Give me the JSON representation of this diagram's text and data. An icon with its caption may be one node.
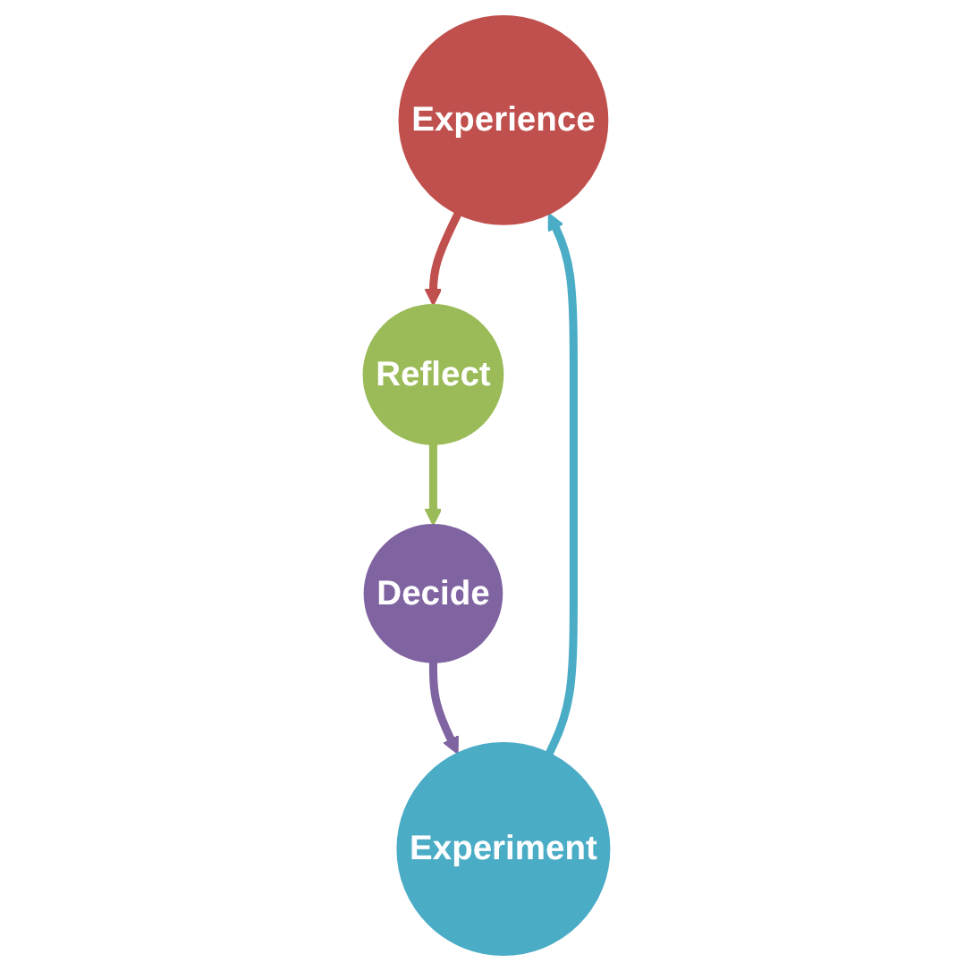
{
  "diagram": {
    "nodes": [
      {
        "text": [
          "Experience"
        ]
      },
      {
        "text": [
          "Reflect"
        ]
      },
      {
        "text": [
          "Decide"
        ]
      },
      {
        "text": [
          "Experiment"
        ]
      }
    ],
    "edges": [
      {
        "from": 0,
        "to": 1,
        "arrow": "to",
        "color": "#c0504d"
      },
      {
        "from": 1,
        "to": 2,
        "arrow": "to",
        "color": "#9bbb59"
      },
      {
        "from": 2,
        "to": 3,
        "arrow": "to",
        "color": "#8064a2"
      },
      {
        "from": 3,
        "to": 0,
        "arrow": "to",
        "color": "#4bacc6"
      }
    ]
  }
}
